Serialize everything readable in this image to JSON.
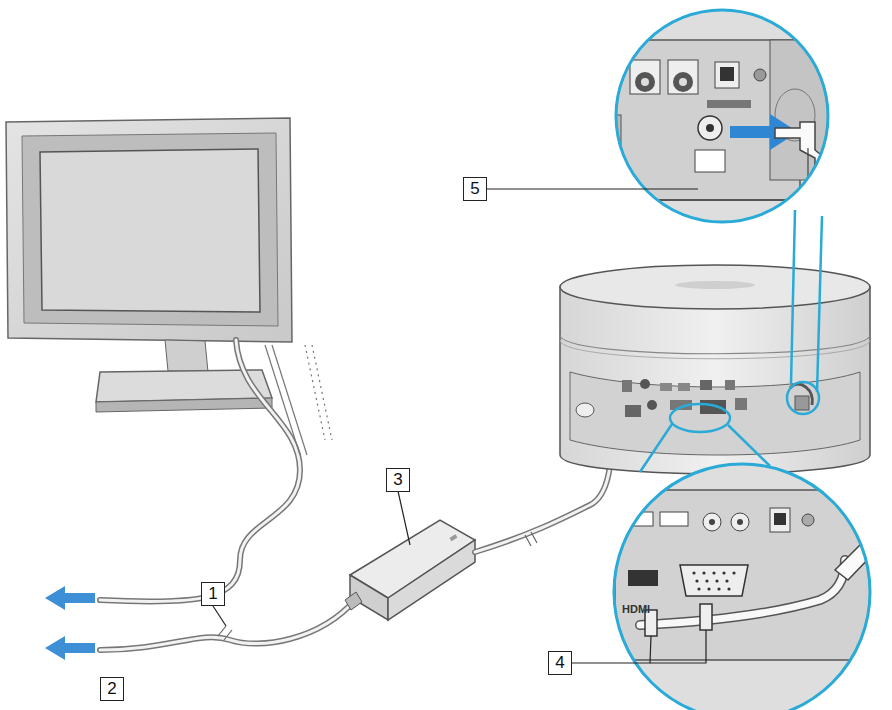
{
  "diagram": {
    "labels": [
      "5",
      "3",
      "1",
      "2",
      "4",
      "HDMI"
    ]
  }
}
